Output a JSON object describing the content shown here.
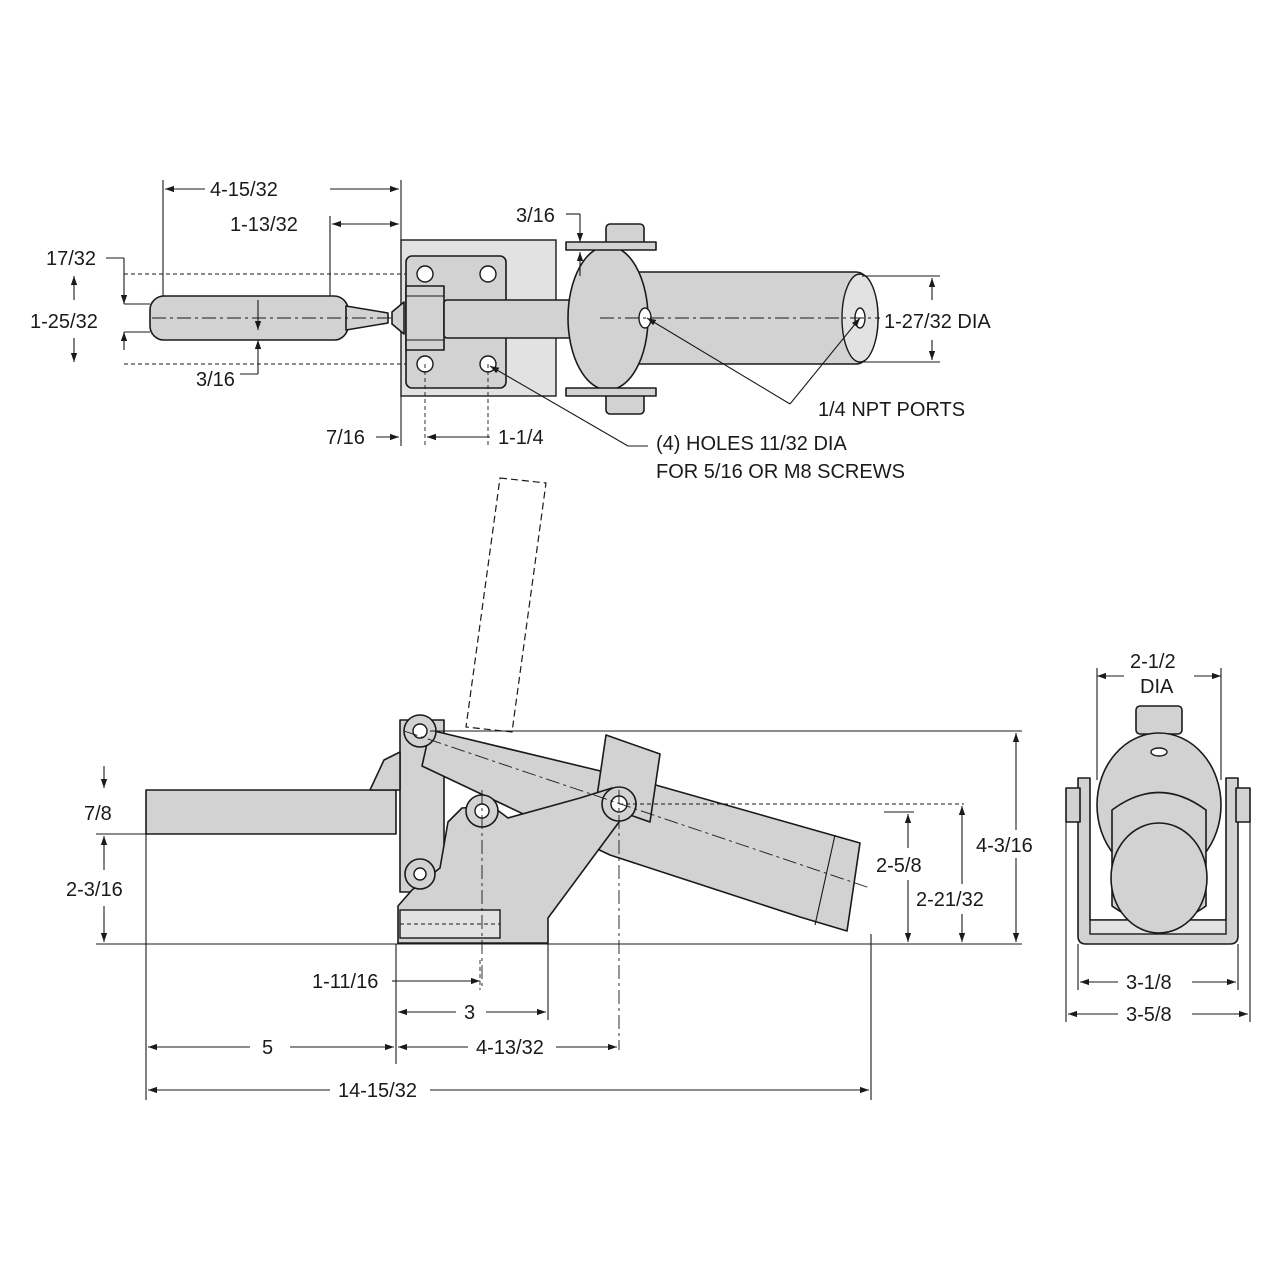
{
  "top_view": {
    "dim_overall_handle": "4-15/32",
    "dim_handle_grip": "1-13/32",
    "dim_bracket_offset": "3/16",
    "dim_17_32": "17/32",
    "dim_1_25_32": "1-25/32",
    "dim_3_16_lower": "3/16",
    "dim_7_16": "7/16",
    "dim_1_1_4": "1-1/4",
    "dim_cylinder_dia": "1-27/32 DIA",
    "note_ports": "1/4 NPT PORTS",
    "note_holes_line1": "(4) HOLES 11/32 DIA",
    "note_holes_line2": "FOR 5/16 OR M8 SCREWS"
  },
  "side_view": {
    "dim_7_8": "7/8",
    "dim_2_3_16": "2-3/16",
    "dim_2_5_8": "2-5/8",
    "dim_2_21_32": "2-21/32",
    "dim_4_3_16": "4-3/16",
    "dim_1_11_16": "1-11/16",
    "dim_3": "3",
    "dim_5": "5",
    "dim_4_13_32": "4-13/32",
    "dim_14_15_32": "14-15/32"
  },
  "end_view": {
    "dim_dia_line1": "2-1/2",
    "dim_dia_line2": "DIA",
    "dim_3_1_8": "3-1/8",
    "dim_3_5_8": "3-5/8"
  },
  "colors": {
    "part_fill": "#d2d2d2",
    "line": "#1a1a1a",
    "background": "#ffffff"
  }
}
